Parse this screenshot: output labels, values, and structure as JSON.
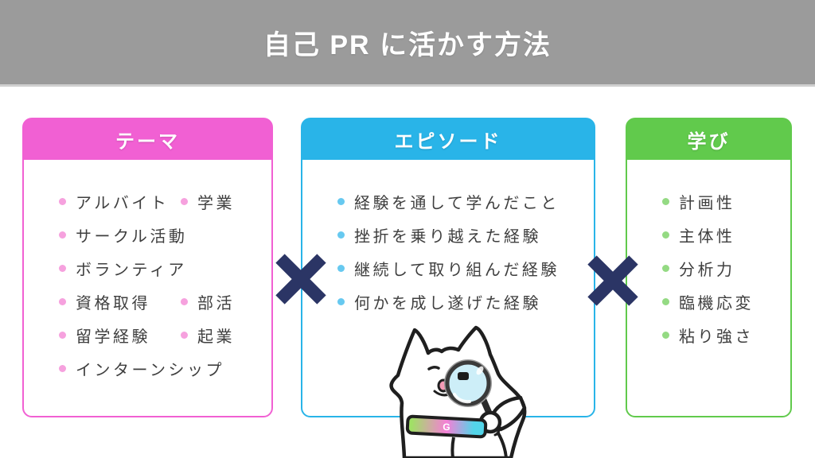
{
  "title": "自己 PR に活かす方法",
  "separator_symbol": "×",
  "colors": {
    "header_band": "#9b9b9b",
    "multiply": "#2b3565",
    "text": "#3f3f3f",
    "theme": {
      "main": "#f160d3",
      "bullet": "#f6a1de"
    },
    "episode": {
      "main": "#29b4e8",
      "bullet": "#67c9f0"
    },
    "learning": {
      "main": "#61ca4c",
      "bullet": "#94da83"
    },
    "lens": "#cdeef8",
    "tongue": "#f49ab5",
    "collar": [
      "#a0e066",
      "#f57fd6",
      "#53d5e9"
    ]
  },
  "cards": [
    {
      "id": "theme",
      "title": "テーマ",
      "rows": [
        [
          "アルバイト",
          "学業"
        ],
        [
          "サークル活動"
        ],
        [
          "ボランティア"
        ],
        [
          "資格取得",
          "部活"
        ],
        [
          "留学経験",
          "起業"
        ],
        [
          "インターンシップ"
        ]
      ]
    },
    {
      "id": "episode",
      "title": "エピソード",
      "rows": [
        [
          "経験を通して学んだこと"
        ],
        [
          "挫折を乗り越えた経験"
        ],
        [
          "継続して取り組んだ経験"
        ],
        [
          "何かを成し遂げた経験"
        ]
      ]
    },
    {
      "id": "learning",
      "title": "学び",
      "rows": [
        [
          "計画性"
        ],
        [
          "主体性"
        ],
        [
          "分析力"
        ],
        [
          "臨機応変"
        ],
        [
          "粘り強さ"
        ]
      ]
    }
  ],
  "mascot": {
    "description": "white cat looking through magnifying glass",
    "collar_logo": "G"
  }
}
